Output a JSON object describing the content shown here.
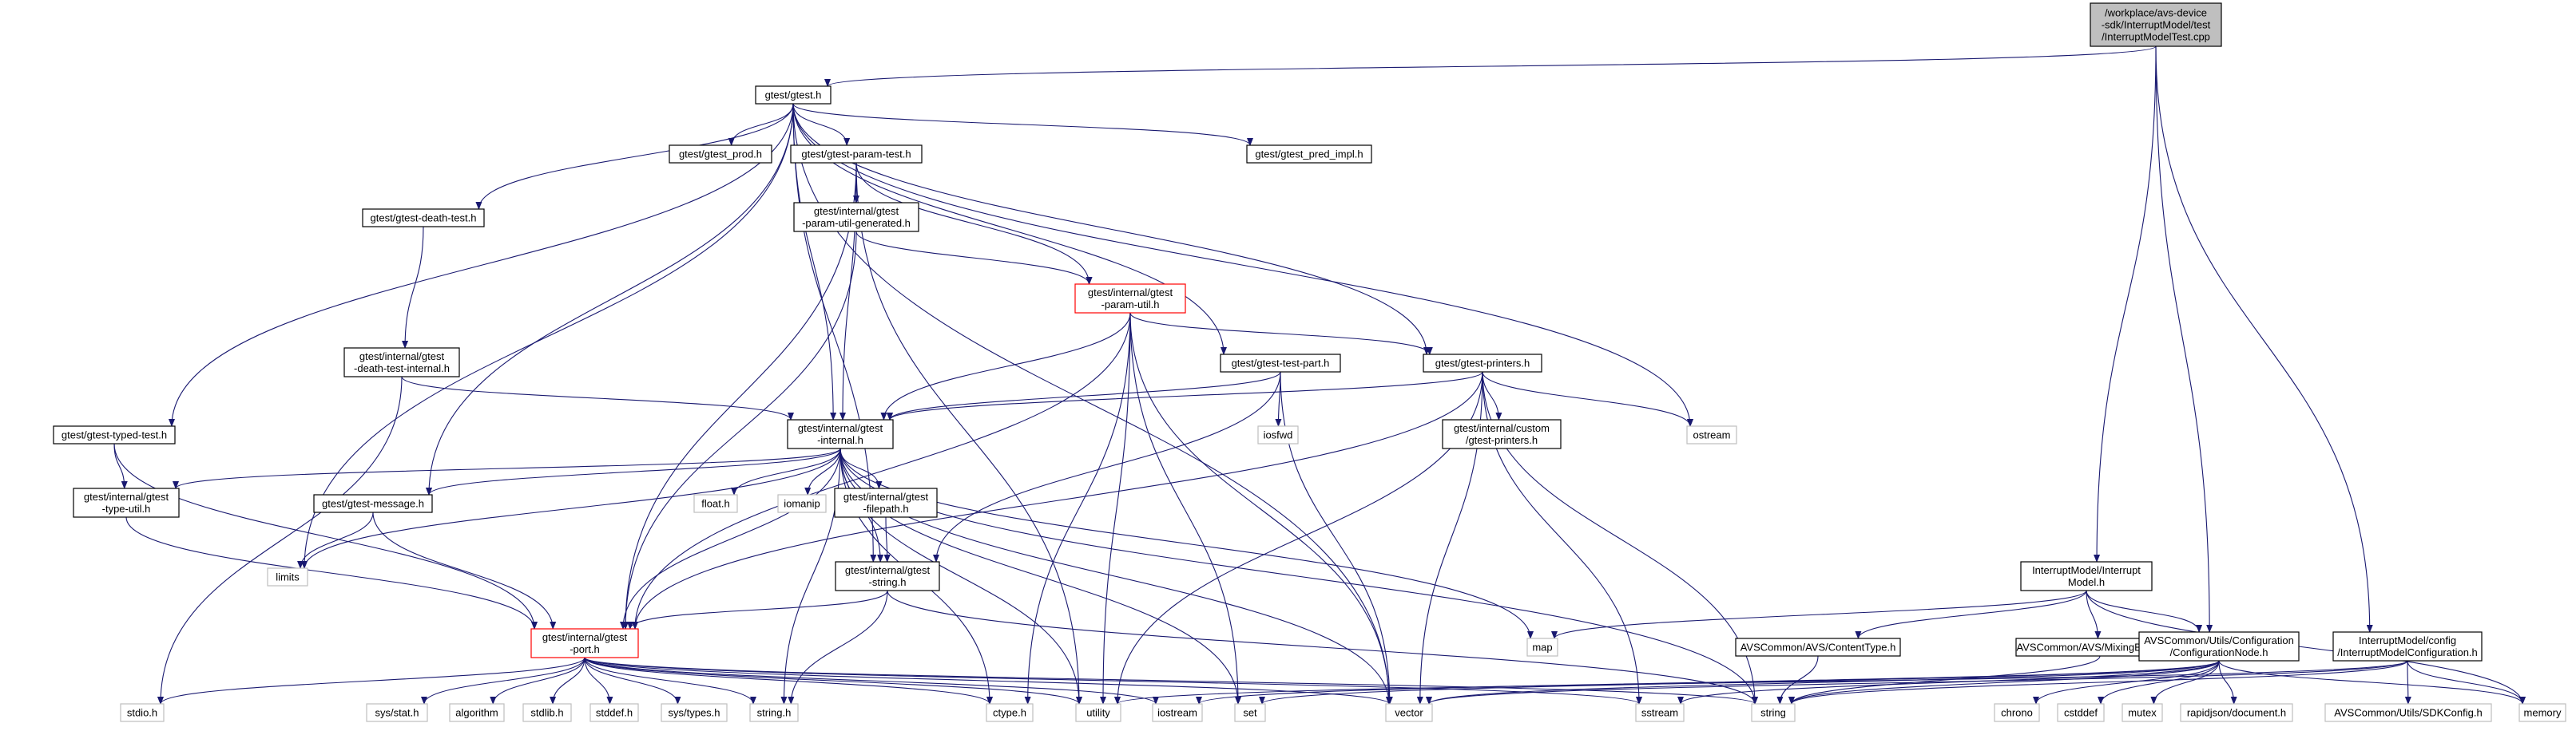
{
  "colors": {
    "edge": "#191970",
    "node_border": "#000000",
    "truncated_border": "#ff0000",
    "external_border": "#bfbfbf",
    "root_fill": "#bfbfbf"
  },
  "nodes": [
    {
      "id": "root",
      "lines": [
        "/workplace/avs-device",
        "-sdk/InterruptModel/test",
        "/InterruptModelTest.cpp"
      ],
      "kind": "root"
    },
    {
      "id": "gtest",
      "lines": [
        "gtest/gtest.h"
      ],
      "kind": "normal"
    },
    {
      "id": "prod",
      "lines": [
        "gtest/gtest_prod.h"
      ],
      "kind": "normal"
    },
    {
      "id": "paramtest",
      "lines": [
        "gtest/gtest-param-test.h"
      ],
      "kind": "normal"
    },
    {
      "id": "predimpl",
      "lines": [
        "gtest/gtest_pred_impl.h"
      ],
      "kind": "normal"
    },
    {
      "id": "deathtest",
      "lines": [
        "gtest/gtest-death-test.h"
      ],
      "kind": "normal"
    },
    {
      "id": "paramgen",
      "lines": [
        "gtest/internal/gtest",
        "-param-util-generated.h"
      ],
      "kind": "normal"
    },
    {
      "id": "paramutil",
      "lines": [
        "gtest/internal/gtest",
        "-param-util.h"
      ],
      "kind": "trunc"
    },
    {
      "id": "deathinternal",
      "lines": [
        "gtest/internal/gtest",
        "-death-test-internal.h"
      ],
      "kind": "normal"
    },
    {
      "id": "testpart",
      "lines": [
        "gtest/gtest-test-part.h"
      ],
      "kind": "normal"
    },
    {
      "id": "printers",
      "lines": [
        "gtest/gtest-printers.h"
      ],
      "kind": "normal"
    },
    {
      "id": "typedtest",
      "lines": [
        "gtest/gtest-typed-test.h"
      ],
      "kind": "normal"
    },
    {
      "id": "internal",
      "lines": [
        "gtest/internal/gtest",
        "-internal.h"
      ],
      "kind": "normal"
    },
    {
      "id": "iosfwd",
      "lines": [
        "iosfwd"
      ],
      "kind": "ext"
    },
    {
      "id": "customprinters",
      "lines": [
        "gtest/internal/custom",
        "/gtest-printers.h"
      ],
      "kind": "normal"
    },
    {
      "id": "ostream",
      "lines": [
        "ostream"
      ],
      "kind": "ext"
    },
    {
      "id": "typeutil",
      "lines": [
        "gtest/internal/gtest",
        "-type-util.h"
      ],
      "kind": "normal"
    },
    {
      "id": "message",
      "lines": [
        "gtest/gtest-message.h"
      ],
      "kind": "normal"
    },
    {
      "id": "float",
      "lines": [
        "float.h"
      ],
      "kind": "ext"
    },
    {
      "id": "iomanip",
      "lines": [
        "iomanip"
      ],
      "kind": "ext"
    },
    {
      "id": "filepath",
      "lines": [
        "gtest/internal/gtest",
        "-filepath.h"
      ],
      "kind": "normal"
    },
    {
      "id": "limits",
      "lines": [
        "limits"
      ],
      "kind": "ext"
    },
    {
      "id": "gstring",
      "lines": [
        "gtest/internal/gtest",
        "-string.h"
      ],
      "kind": "normal"
    },
    {
      "id": "port",
      "lines": [
        "gtest/internal/gtest",
        "-port.h"
      ],
      "kind": "trunc"
    },
    {
      "id": "map",
      "lines": [
        "map"
      ],
      "kind": "ext"
    },
    {
      "id": "imodel",
      "lines": [
        "InterruptModel/Interrupt",
        "Model.h"
      ],
      "kind": "normal"
    },
    {
      "id": "contenttype",
      "lines": [
        "AVSCommon/AVS/ContentType.h"
      ],
      "kind": "normal"
    },
    {
      "id": "mixing",
      "lines": [
        "AVSCommon/AVS/MixingBehavior.h"
      ],
      "kind": "normal"
    },
    {
      "id": "confignode",
      "lines": [
        "AVSCommon/Utils/Configuration",
        "/ConfigurationNode.h"
      ],
      "kind": "normal"
    },
    {
      "id": "imconfig",
      "lines": [
        "InterruptModel/config",
        "/InterruptModelConfiguration.h"
      ],
      "kind": "normal"
    },
    {
      "id": "stdio",
      "lines": [
        "stdio.h"
      ],
      "kind": "ext"
    },
    {
      "id": "sysstat",
      "lines": [
        "sys/stat.h"
      ],
      "kind": "ext"
    },
    {
      "id": "algorithm",
      "lines": [
        "algorithm"
      ],
      "kind": "ext"
    },
    {
      "id": "stdlib",
      "lines": [
        "stdlib.h"
      ],
      "kind": "ext"
    },
    {
      "id": "stddef",
      "lines": [
        "stddef.h"
      ],
      "kind": "ext"
    },
    {
      "id": "systypes",
      "lines": [
        "sys/types.h"
      ],
      "kind": "ext"
    },
    {
      "id": "stringh",
      "lines": [
        "string.h"
      ],
      "kind": "ext"
    },
    {
      "id": "ctype",
      "lines": [
        "ctype.h"
      ],
      "kind": "ext"
    },
    {
      "id": "utility",
      "lines": [
        "utility"
      ],
      "kind": "ext"
    },
    {
      "id": "iostream",
      "lines": [
        "iostream"
      ],
      "kind": "ext"
    },
    {
      "id": "set",
      "lines": [
        "set"
      ],
      "kind": "ext"
    },
    {
      "id": "vector",
      "lines": [
        "vector"
      ],
      "kind": "ext"
    },
    {
      "id": "sstream",
      "lines": [
        "sstream"
      ],
      "kind": "ext"
    },
    {
      "id": "string",
      "lines": [
        "string"
      ],
      "kind": "ext"
    },
    {
      "id": "chrono",
      "lines": [
        "chrono"
      ],
      "kind": "ext"
    },
    {
      "id": "cstddef",
      "lines": [
        "cstddef"
      ],
      "kind": "ext"
    },
    {
      "id": "mutex",
      "lines": [
        "mutex"
      ],
      "kind": "ext"
    },
    {
      "id": "rapidjson",
      "lines": [
        "rapidjson/document.h"
      ],
      "kind": "ext"
    },
    {
      "id": "sdkconfig",
      "lines": [
        "AVSCommon/Utils/SDKConfig.h"
      ],
      "kind": "ext"
    },
    {
      "id": "memory",
      "lines": [
        "memory"
      ],
      "kind": "ext"
    }
  ],
  "edges": [
    [
      "root",
      "gtest"
    ],
    [
      "root",
      "imodel"
    ],
    [
      "root",
      "confignode"
    ],
    [
      "root",
      "imconfig"
    ],
    [
      "gtest",
      "prod"
    ],
    [
      "gtest",
      "paramtest"
    ],
    [
      "gtest",
      "predimpl"
    ],
    [
      "gtest",
      "deathtest"
    ],
    [
      "gtest",
      "typedtest"
    ],
    [
      "gtest",
      "message"
    ],
    [
      "gtest",
      "limits"
    ],
    [
      "gtest",
      "internal"
    ],
    [
      "gtest",
      "testpart"
    ],
    [
      "gtest",
      "printers"
    ],
    [
      "gtest",
      "gstring"
    ],
    [
      "gtest",
      "ostream"
    ],
    [
      "gtest",
      "vector"
    ],
    [
      "paramtest",
      "paramgen"
    ],
    [
      "paramtest",
      "paramutil"
    ],
    [
      "paramtest",
      "internal"
    ],
    [
      "paramtest",
      "port"
    ],
    [
      "paramtest",
      "utility"
    ],
    [
      "paramgen",
      "paramutil"
    ],
    [
      "paramgen",
      "port"
    ],
    [
      "deathtest",
      "deathinternal"
    ],
    [
      "deathinternal",
      "internal"
    ],
    [
      "deathinternal",
      "stdio"
    ],
    [
      "paramutil",
      "internal"
    ],
    [
      "paramutil",
      "printers"
    ],
    [
      "paramutil",
      "port"
    ],
    [
      "paramutil",
      "ctype"
    ],
    [
      "paramutil",
      "utility"
    ],
    [
      "paramutil",
      "set"
    ],
    [
      "paramutil",
      "vector"
    ],
    [
      "testpart",
      "iosfwd"
    ],
    [
      "testpart",
      "internal"
    ],
    [
      "testpart",
      "gstring"
    ],
    [
      "testpart",
      "vector"
    ],
    [
      "printers",
      "internal"
    ],
    [
      "printers",
      "customprinters"
    ],
    [
      "printers",
      "ostream"
    ],
    [
      "printers",
      "port"
    ],
    [
      "printers",
      "utility"
    ],
    [
      "printers",
      "sstream"
    ],
    [
      "printers",
      "string"
    ],
    [
      "printers",
      "vector"
    ],
    [
      "typedtest",
      "typeutil"
    ],
    [
      "typedtest",
      "port"
    ],
    [
      "internal",
      "typeutil"
    ],
    [
      "internal",
      "message"
    ],
    [
      "internal",
      "float"
    ],
    [
      "internal",
      "iomanip"
    ],
    [
      "internal",
      "filepath"
    ],
    [
      "internal",
      "gstring"
    ],
    [
      "internal",
      "limits"
    ],
    [
      "internal",
      "port"
    ],
    [
      "internal",
      "map"
    ],
    [
      "internal",
      "stringh"
    ],
    [
      "internal",
      "ctype"
    ],
    [
      "internal",
      "set"
    ],
    [
      "internal",
      "vector"
    ],
    [
      "internal",
      "string"
    ],
    [
      "internal",
      "utility"
    ],
    [
      "typeutil",
      "port"
    ],
    [
      "message",
      "limits"
    ],
    [
      "message",
      "port"
    ],
    [
      "filepath",
      "gstring"
    ],
    [
      "gstring",
      "port"
    ],
    [
      "gstring",
      "stringh"
    ],
    [
      "gstring",
      "string"
    ],
    [
      "port",
      "stdio"
    ],
    [
      "port",
      "sysstat"
    ],
    [
      "port",
      "algorithm"
    ],
    [
      "port",
      "stdlib"
    ],
    [
      "port",
      "stddef"
    ],
    [
      "port",
      "systypes"
    ],
    [
      "port",
      "stringh"
    ],
    [
      "port",
      "ctype"
    ],
    [
      "port",
      "utility"
    ],
    [
      "port",
      "iostream"
    ],
    [
      "port",
      "vector"
    ],
    [
      "port",
      "sstream"
    ],
    [
      "port",
      "string"
    ],
    [
      "imodel",
      "map"
    ],
    [
      "imodel",
      "contenttype"
    ],
    [
      "imodel",
      "mixing"
    ],
    [
      "imodel",
      "confignode"
    ],
    [
      "imodel",
      "memory"
    ],
    [
      "contenttype",
      "string"
    ],
    [
      "mixing",
      "string"
    ],
    [
      "confignode",
      "chrono"
    ],
    [
      "confignode",
      "cstddef"
    ],
    [
      "confignode",
      "mutex"
    ],
    [
      "confignode",
      "rapidjson"
    ],
    [
      "confignode",
      "iostream"
    ],
    [
      "confignode",
      "set"
    ],
    [
      "confignode",
      "sstream"
    ],
    [
      "confignode",
      "string"
    ],
    [
      "confignode",
      "vector"
    ],
    [
      "confignode",
      "memory"
    ],
    [
      "imconfig",
      "sdkconfig"
    ],
    [
      "imconfig",
      "memory"
    ],
    [
      "imconfig",
      "string"
    ],
    [
      "imconfig",
      "vector"
    ],
    [
      "imconfig",
      "utility"
    ]
  ]
}
